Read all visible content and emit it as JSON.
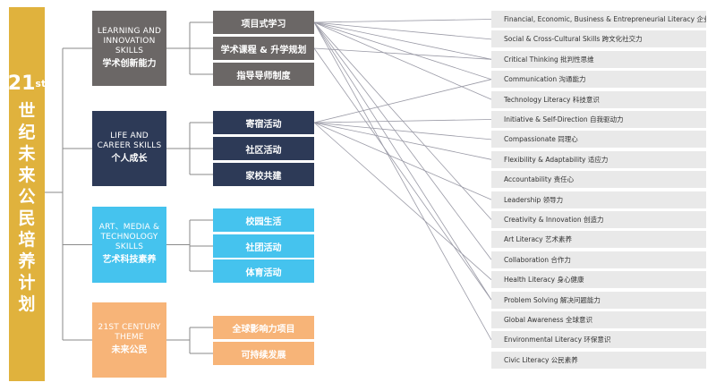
{
  "title": {
    "number": "21",
    "superscript": "st",
    "chars": [
      "世",
      "纪",
      "未",
      "来",
      "公",
      "民",
      "培",
      "养",
      "计",
      "划"
    ]
  },
  "categories": [
    {
      "en": "LEARNING AND INNOVATION SKILLS",
      "zh": "学术创新能力",
      "color": "#6b6766"
    },
    {
      "en": "LIFE AND CAREER SKILLS",
      "zh": "个人成长",
      "color": "#2d3a57"
    },
    {
      "en": "ART、MEDIA & TECHNOLOGY SKILLS",
      "zh": "艺术科技素养",
      "color": "#45c3ee"
    },
    {
      "en": "21ST CENTURY THEME",
      "zh": "未来公民",
      "color": "#f7b478"
    }
  ],
  "subitems": [
    [
      "项目式学习",
      "学术课程 & 升学规划",
      "指导导师制度"
    ],
    [
      "寄宿活动",
      "社区活动",
      "家校共建"
    ],
    [
      "校园生活",
      "社团活动",
      "体育活动"
    ],
    [
      "全球影响力项目",
      "可持续发展"
    ]
  ],
  "skills": [
    "Financial, Economic, Business & Entrepreneurial Literacy 企业家精神",
    "Social & Cross-Cultural Skills 跨文化社交力",
    "Critical Thinking 批判性思维",
    "Communication 沟通能力",
    "Technology Literacy 科技意识",
    "Initiative & Self-Direction 自我驱动力",
    "Compassionate 同理心",
    "Flexibility & Adaptability 适应力",
    "Accountability 责任心",
    "Leadership 领导力",
    "Creativity & Innovation 创造力",
    "Art Literacy 艺术素养",
    "Collaboration 合作力",
    "Health Literacy 身心健康",
    "Problem Solving 解决问题能力",
    "Global Awareness 全球意识",
    "Environmental Literacy 环保意识",
    "Civic Literacy 公民素养"
  ],
  "connections": [
    {
      "from": "0-0",
      "to": [
        0,
        1,
        2,
        3,
        4,
        10,
        12,
        14,
        16
      ]
    },
    {
      "from": "1-0",
      "to": [
        3,
        5,
        6,
        7,
        9,
        13
      ]
    },
    {
      "from": "0-1",
      "to": [
        2,
        14
      ]
    }
  ]
}
